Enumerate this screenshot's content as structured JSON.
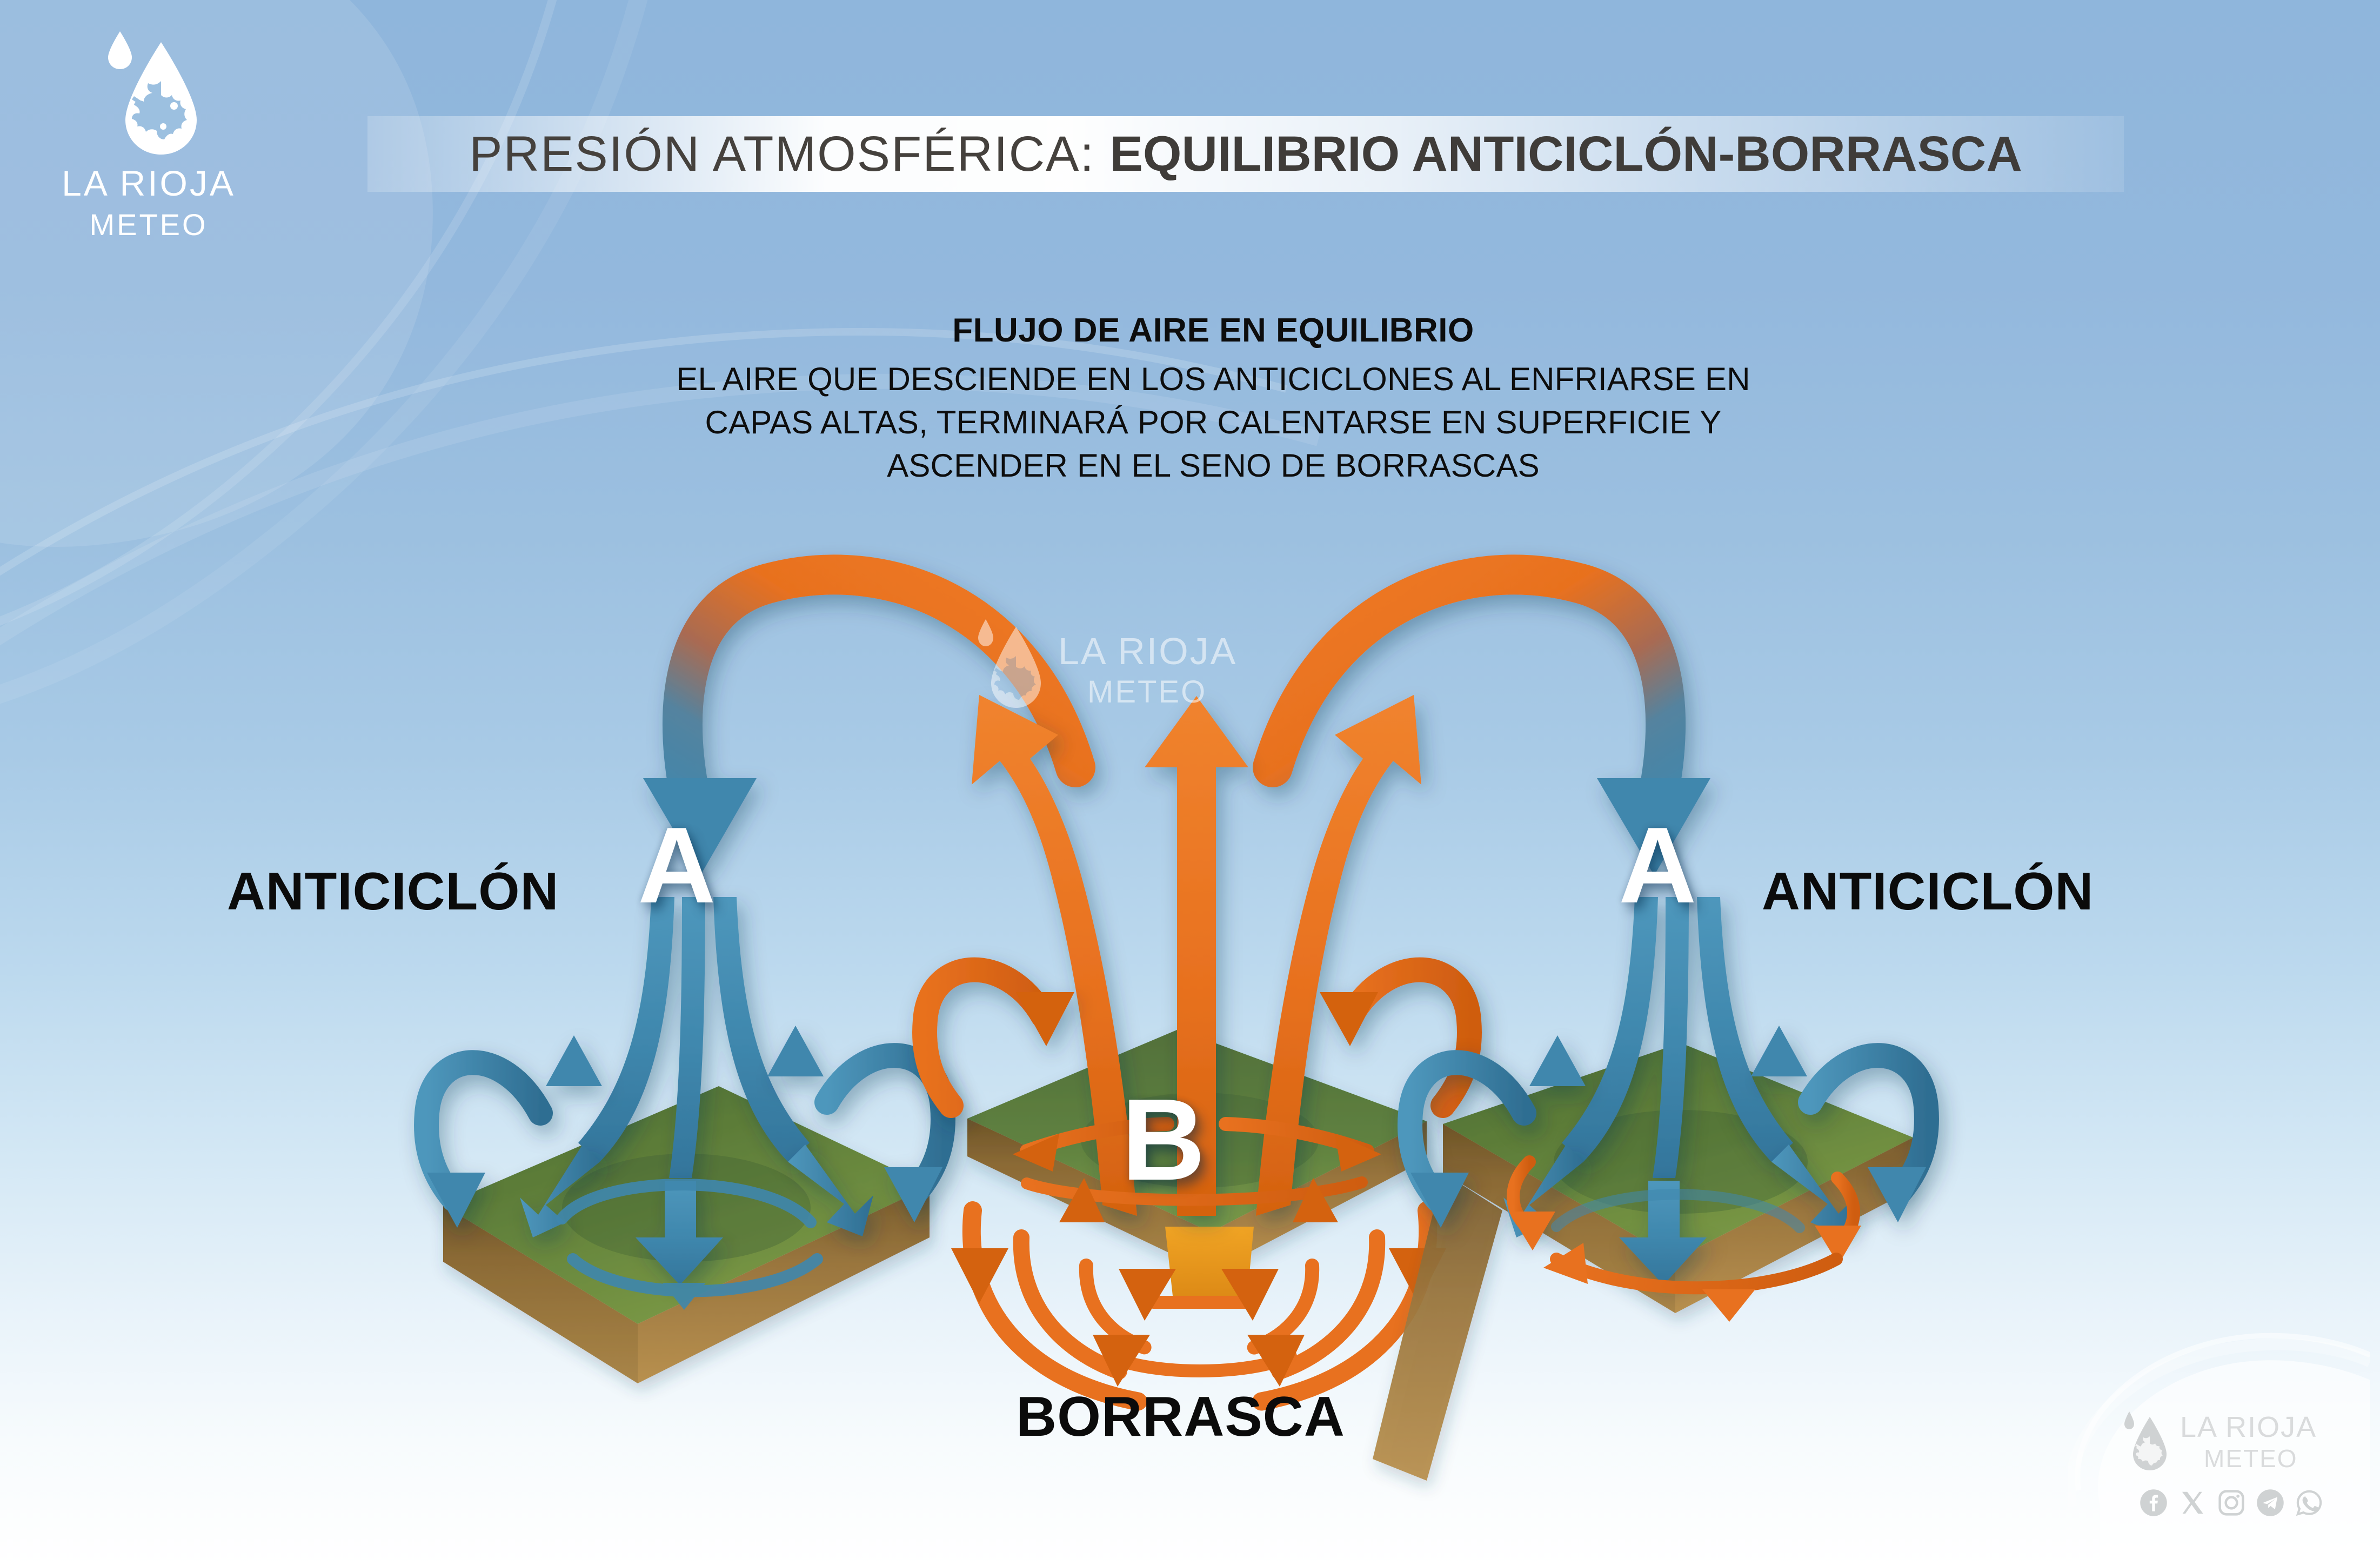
{
  "brand": {
    "name": "LA RIOJA",
    "subtitle": "METEO",
    "logo_icon": "water-drop-grape-leaf-icon"
  },
  "title": {
    "light_part": "PRESIÓN ATMOSFÉRICA: ",
    "bold_part": "EQUILIBRIO ANTICICLÓN-BORRASCA"
  },
  "subtitle": {
    "heading": "FLUJO DE AIRE EN EQUILIBRIO",
    "lines": [
      "EL AIRE QUE DESCIENDE EN LOS ANTICICLONES AL ENFRIARSE EN",
      "CAPAS ALTAS, TERMINARÁ POR CALENTARSE EN SUPERFICIE Y",
      "ASCENDER EN EL SENO DE BORRASCAS"
    ]
  },
  "diagram": {
    "label_left": "ANTICICLÓN",
    "label_right": "ANTICICLÓN",
    "label_center": "BORRASCA",
    "letter_high_left": "A",
    "letter_high_right": "A",
    "letter_low_center": "B",
    "colors": {
      "cold_descending": "#3f87ad",
      "cold_descending_dark": "#2f6e92",
      "warm_ascending": "#e8711f",
      "warm_ascending_dark": "#cf5d10",
      "grass_top": "#5e7f3a",
      "grass_top_light": "#7a9945",
      "soil_side": "#8b6a35",
      "soil_side_light": "#a98548",
      "sky_top": "#8fb6dc",
      "sky_bottom": "#ffffff",
      "title_text": "#43403c",
      "body_text": "#0d0d0d"
    }
  },
  "watermark": {
    "center_line1": "LA RIOJA",
    "center_line2": "METEO",
    "corner_line1": "LA RIOJA",
    "corner_line2": "METEO",
    "social": [
      {
        "name": "facebook-icon"
      },
      {
        "name": "x-twitter-icon"
      },
      {
        "name": "instagram-icon"
      },
      {
        "name": "telegram-icon"
      },
      {
        "name": "whatsapp-icon"
      }
    ]
  }
}
